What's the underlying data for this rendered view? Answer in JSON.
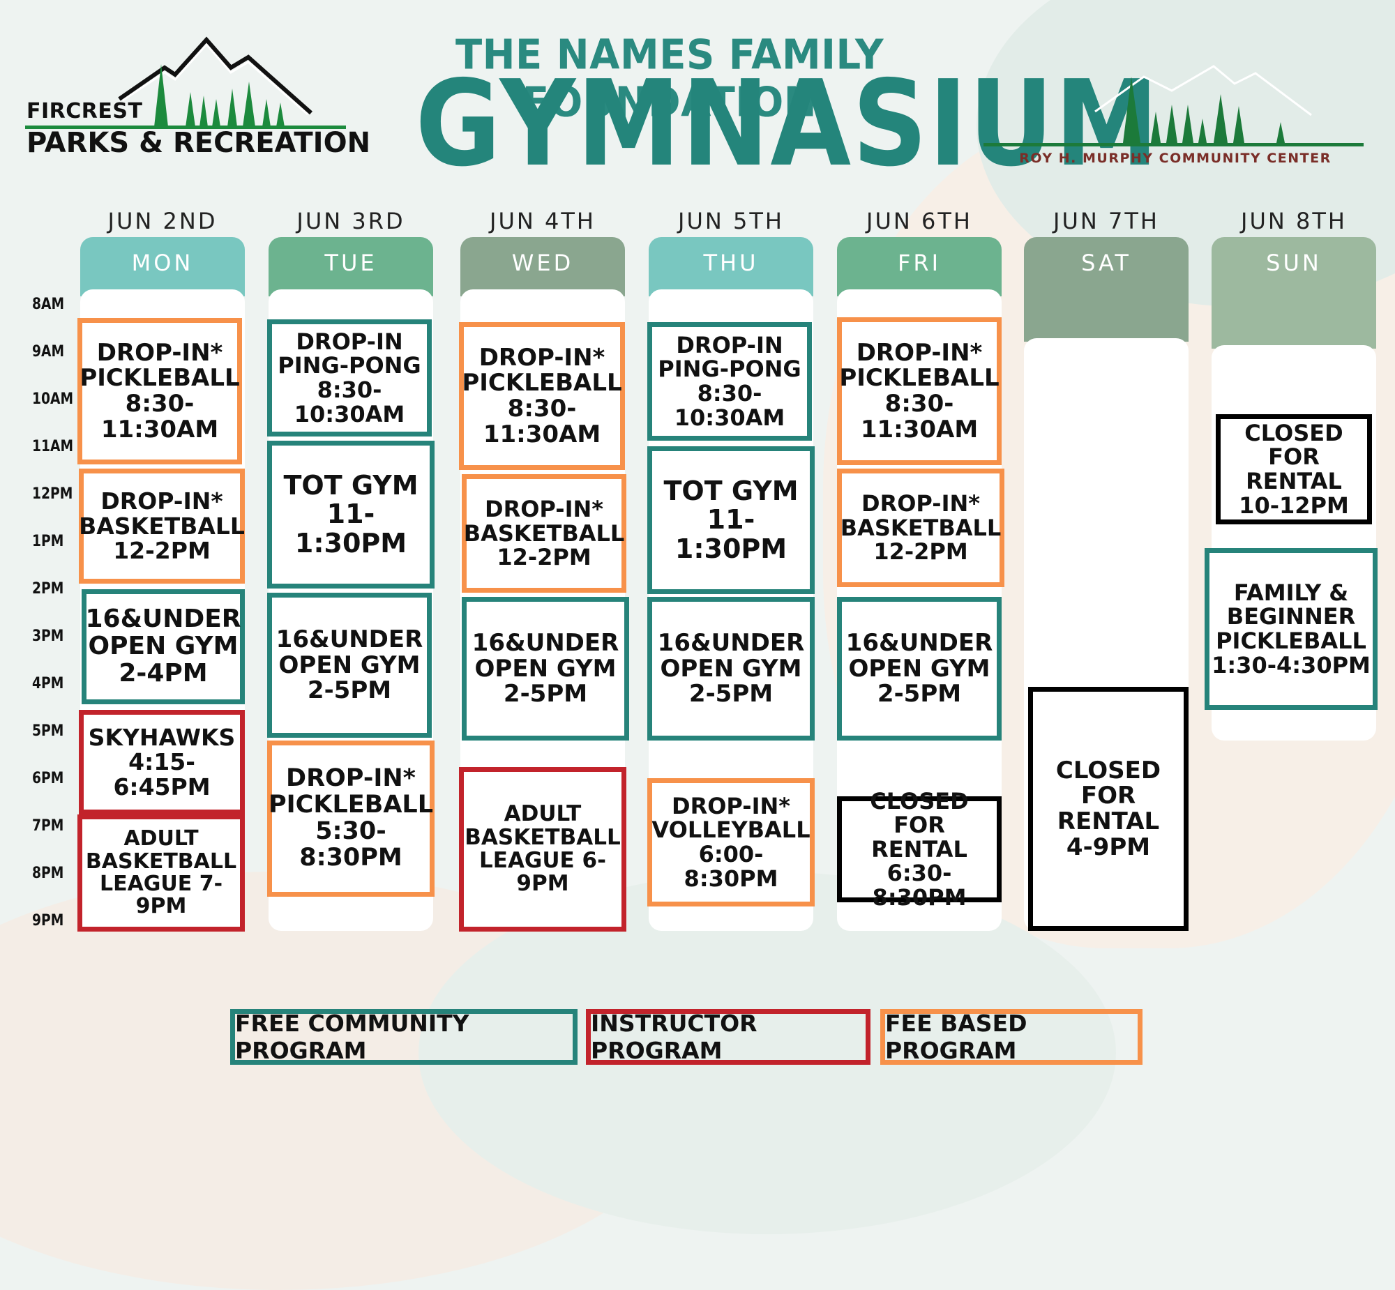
{
  "header": {
    "title_top": "THE NAMES FAMILY FOUNDATION",
    "title_main": "GYMNASIUM",
    "fircrest_small": "FIRCREST",
    "fircrest_big": "PARKS & RECREATION",
    "roy_text": "ROY H. MURPHY COMMUNITY CENTER"
  },
  "colors": {
    "teal_free": "#26837a",
    "orange_fee": "#f7914a",
    "red_instructor": "#c2232b",
    "closed": "#000000"
  },
  "hours": [
    "8AM",
    "9AM",
    "10AM",
    "11AM",
    "12PM",
    "1PM",
    "2PM",
    "3PM",
    "4PM",
    "5PM",
    "6PM",
    "7PM",
    "8PM",
    "9PM"
  ],
  "days": [
    {
      "date": "JUN 2ND",
      "day": "MON",
      "color": "#79c7c0",
      "events": [
        {
          "type": "fee",
          "lines": [
            "DROP-IN*",
            "PICKLEBALL",
            "8:30-11:30AM"
          ]
        },
        {
          "type": "fee",
          "lines": [
            "DROP-IN*",
            "BASKETBALL",
            "12-2PM"
          ]
        },
        {
          "type": "free",
          "lines": [
            "16&UNDER",
            "OPEN GYM",
            "2-4PM"
          ]
        },
        {
          "type": "inst",
          "lines": [
            "SKYHAWKS",
            "4:15-6:45PM"
          ]
        },
        {
          "type": "inst",
          "lines": [
            "ADULT",
            "BASKETBALL",
            "LEAGUE 7-9PM"
          ]
        }
      ]
    },
    {
      "date": "JUN 3RD",
      "day": "TUE",
      "color": "#6cb38f",
      "events": [
        {
          "type": "free",
          "lines": [
            "DROP-IN",
            "PING-PONG",
            "8:30-10:30AM"
          ]
        },
        {
          "type": "free",
          "lines": [
            "TOT GYM",
            "11-1:30PM"
          ]
        },
        {
          "type": "free",
          "lines": [
            "16&UNDER",
            "OPEN GYM",
            "2-5PM"
          ]
        },
        {
          "type": "fee",
          "lines": [
            "DROP-IN*",
            "PICKLEBALL",
            "5:30-8:30PM"
          ]
        }
      ]
    },
    {
      "date": "JUN 4TH",
      "day": "WED",
      "color": "#8aa68f",
      "events": [
        {
          "type": "fee",
          "lines": [
            "DROP-IN*",
            "PICKLEBALL",
            "8:30-11:30AM"
          ]
        },
        {
          "type": "fee",
          "lines": [
            "DROP-IN*",
            "BASKETBALL",
            "12-2PM"
          ]
        },
        {
          "type": "free",
          "lines": [
            "16&UNDER",
            "OPEN GYM",
            "2-5PM"
          ]
        },
        {
          "type": "inst",
          "lines": [
            "ADULT",
            "BASKETBALL",
            "LEAGUE 6-9PM"
          ]
        }
      ]
    },
    {
      "date": "JUN 5TH",
      "day": "THU",
      "color": "#79c7c0",
      "events": [
        {
          "type": "free",
          "lines": [
            "DROP-IN",
            "PING-PONG",
            "8:30-10:30AM"
          ]
        },
        {
          "type": "free",
          "lines": [
            "TOT GYM",
            "11-1:30PM"
          ]
        },
        {
          "type": "free",
          "lines": [
            "16&UNDER",
            "OPEN GYM",
            "2-5PM"
          ]
        },
        {
          "type": "fee",
          "lines": [
            "DROP-IN*",
            "VOLLEYBALL",
            "6:00-8:30PM"
          ]
        }
      ]
    },
    {
      "date": "JUN 6TH",
      "day": "FRI",
      "color": "#6cb38f",
      "events": [
        {
          "type": "fee",
          "lines": [
            "DROP-IN*",
            "PICKLEBALL",
            "8:30-11:30AM"
          ]
        },
        {
          "type": "fee",
          "lines": [
            "DROP-IN*",
            "BASKETBALL",
            "12-2PM"
          ]
        },
        {
          "type": "free",
          "lines": [
            "16&UNDER",
            "OPEN GYM",
            "2-5PM"
          ]
        },
        {
          "type": "black",
          "lines": [
            "CLOSED FOR",
            "RENTAL",
            "6:30-8:30PM"
          ]
        }
      ]
    },
    {
      "date": "JUN 7TH",
      "day": "SAT",
      "color": "#8aa68f",
      "events": [
        {
          "type": "black",
          "lines": [
            "CLOSED FOR",
            "RENTAL",
            "4-9PM"
          ]
        }
      ]
    },
    {
      "date": "JUN 8TH",
      "day": "SUN",
      "color": "#9db99f",
      "events": [
        {
          "type": "black",
          "lines": [
            "CLOSED FOR",
            "RENTAL",
            "10-12PM"
          ]
        },
        {
          "type": "free",
          "lines": [
            "FAMILY &",
            "BEGINNER",
            "PICKLEBALL",
            "1:30-4:30PM"
          ]
        }
      ]
    }
  ],
  "legend": [
    {
      "type": "free",
      "label": "FREE COMMUNITY PROGRAM"
    },
    {
      "type": "inst",
      "label": "INSTRUCTOR PROGRAM"
    },
    {
      "type": "fee",
      "label": "FEE BASED PROGRAM"
    }
  ]
}
